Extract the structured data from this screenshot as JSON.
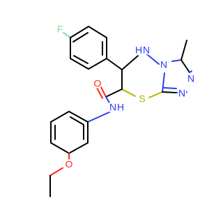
{
  "atoms": {
    "fluorine": {
      "text": "F",
      "color": "#8fd99a"
    },
    "nh_ring": {
      "text": "N",
      "color": "#2b3cf5"
    },
    "h_ring": {
      "text": "H",
      "color": "#2b3cf5"
    },
    "n_fused": {
      "text": "N",
      "color": "#2b3cf5"
    },
    "n_triazole_upper": {
      "text": "N",
      "color": "#2b3cf5"
    },
    "n_triazole_lower": {
      "text": "N",
      "color": "#2b3cf5"
    },
    "sulfur": {
      "text": "S",
      "color": "#b8b000"
    },
    "oxygen_carbonyl": {
      "text": "O",
      "color": "#ff2a1a"
    },
    "amide_n": {
      "text": "N",
      "color": "#2b3cf5"
    },
    "amide_h": {
      "text": "H",
      "color": "#2b3cf5"
    },
    "oxygen_ether": {
      "text": "O",
      "color": "#ff2a1a"
    }
  }
}
